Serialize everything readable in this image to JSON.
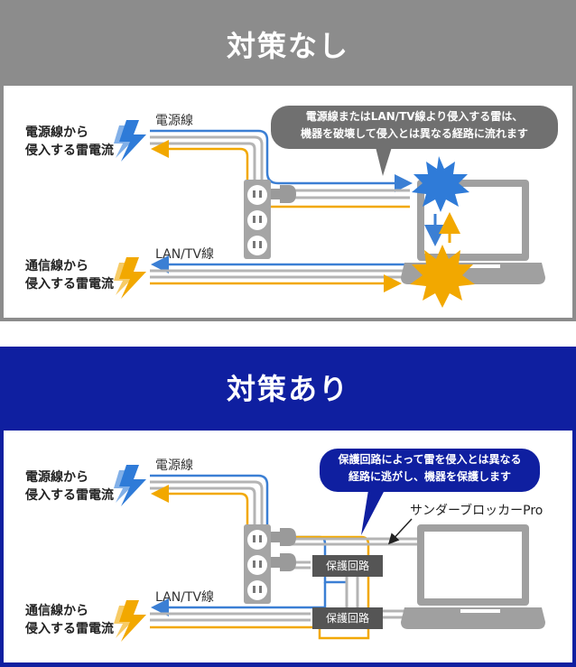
{
  "before": {
    "title": "対策なし",
    "power_source_label": "電源線から\n侵入する雷電流",
    "comm_source_label": "通信線から\n侵入する雷電流",
    "power_line_label": "電源線",
    "lan_line_label": "LAN/TV線",
    "bubble_line1": "電源線またはLAN/TV線より侵入する雷は、",
    "bubble_line2": "機器を破壊して侵入とは異なる経路に流れます"
  },
  "after": {
    "title": "対策あり",
    "power_source_label": "電源線から\n侵入する雷電流",
    "comm_source_label": "通信線から\n侵入する雷電流",
    "power_line_label": "電源線",
    "lan_line_label": "LAN/TV線",
    "bubble_line1": "保護回路によって雷を侵入とは異なる",
    "bubble_line2": "経路に逃がし、機器を保護します",
    "product_label": "サンダーブロッカーPro",
    "protect_box_1": "保護回路",
    "protect_box_2": "保護回路"
  },
  "colors": {
    "before_header": "#8c8c8c",
    "after_header": "#0f1fa0",
    "current_blue": "#3b7fd4",
    "current_orange": "#f2a800",
    "wire_gray": "#b4b4b4"
  },
  "icons": [
    "lightning-bolt-icon",
    "power-outlet-icon",
    "power-plug-icon",
    "laptop-icon",
    "explosion-icon"
  ]
}
